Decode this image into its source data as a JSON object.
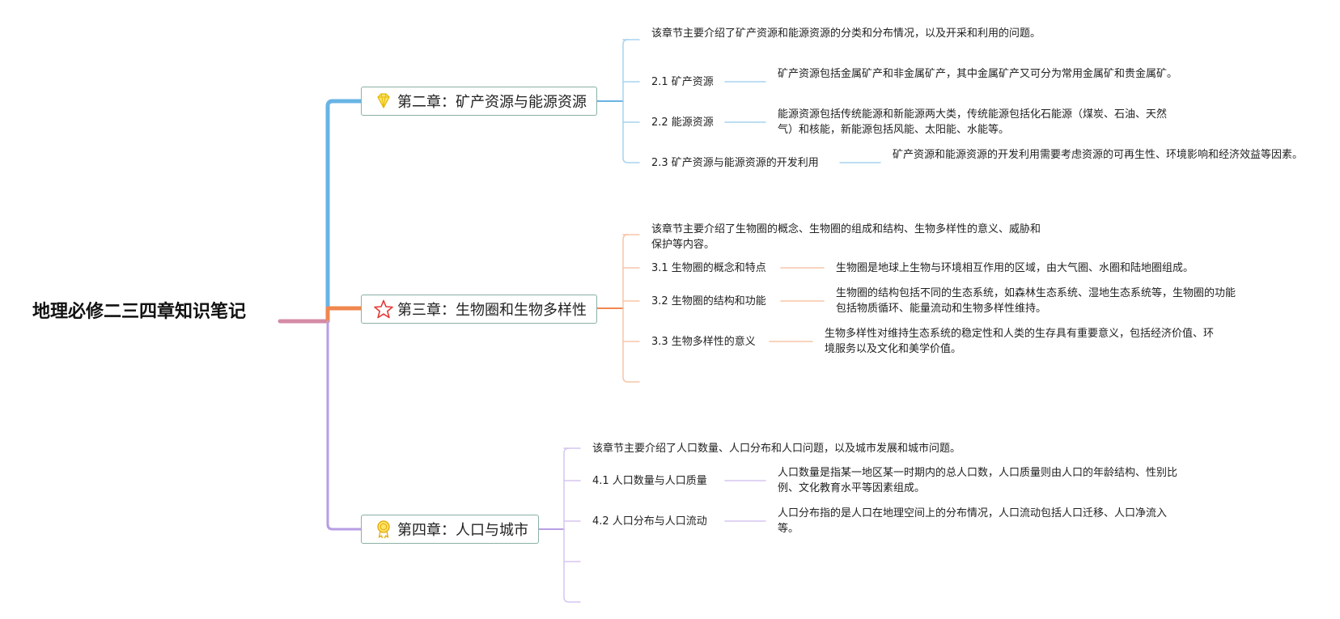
{
  "root": {
    "title": "地理必修二三四章知识笔记"
  },
  "colors": {
    "root_line": "#d48aa6",
    "ch2": "#68b4e4",
    "ch3": "#f0874e",
    "ch4": "#b79ee4",
    "ch2_light": "#a7d3ef",
    "ch3_light": "#f5c6a8",
    "ch4_light": "#d5c6f0"
  },
  "chapters": [
    {
      "title": "第二章：矿产资源与能源资源",
      "icon": "gem-icon",
      "summary": "该章节主要介绍了矿产资源和能源资源的分类和分布情况，以及开采和利用的问题。",
      "topics": [
        {
          "label": "2.1 矿产资源",
          "text": "矿产资源包括金属矿产和非金属矿产，其中金属矿产又可分为常用金属矿和贵金属矿。"
        },
        {
          "label": "2.2 能源资源",
          "text": "能源资源包括传统能源和新能源两大类，传统能源包括化石能源（煤炭、石油、天然气）和核能，新能源包括风能、太阳能、水能等。"
        },
        {
          "label": "2.3 矿产资源与能源资源的开发利用",
          "text": "矿产资源和能源资源的开发利用需要考虑资源的可再生性、环境影响和经济效益等因素。"
        }
      ]
    },
    {
      "title": "第三章：生物圈和生物多样性",
      "icon": "star-icon",
      "summary": "该章节主要介绍了生物圈的概念、生物圈的组成和结构、生物多样性的意义、威胁和保护等内容。",
      "topics": [
        {
          "label": "3.1 生物圈的概念和特点",
          "text": "生物圈是地球上生物与环境相互作用的区域，由大气圈、水圈和陆地圈组成。"
        },
        {
          "label": "3.2 生物圈的结构和功能",
          "text": "生物圈的结构包括不同的生态系统，如森林生态系统、湿地生态系统等，生物圈的功能包括物质循环、能量流动和生物多样性维持。"
        },
        {
          "label": "3.3 生物多样性的意义",
          "text": "生物多样性对维持生态系统的稳定性和人类的生存具有重要意义，包括经济价值、环境服务以及文化和美学价值。"
        }
      ]
    },
    {
      "title": "第四章：人口与城市",
      "icon": "award-icon",
      "summary": "该章节主要介绍了人口数量、人口分布和人口问题，以及城市发展和城市问题。",
      "topics": [
        {
          "label": "4.1 人口数量与人口质量",
          "text": "人口数量是指某一地区某一时期内的总人口数，人口质量则由人口的年龄结构、性别比例、文化教育水平等因素组成。"
        },
        {
          "label": "4.2 人口分布与人口流动",
          "text": "人口分布指的是人口在地理空间上的分布情况，人口流动包括人口迁移、人口净流入等。"
        }
      ]
    }
  ]
}
